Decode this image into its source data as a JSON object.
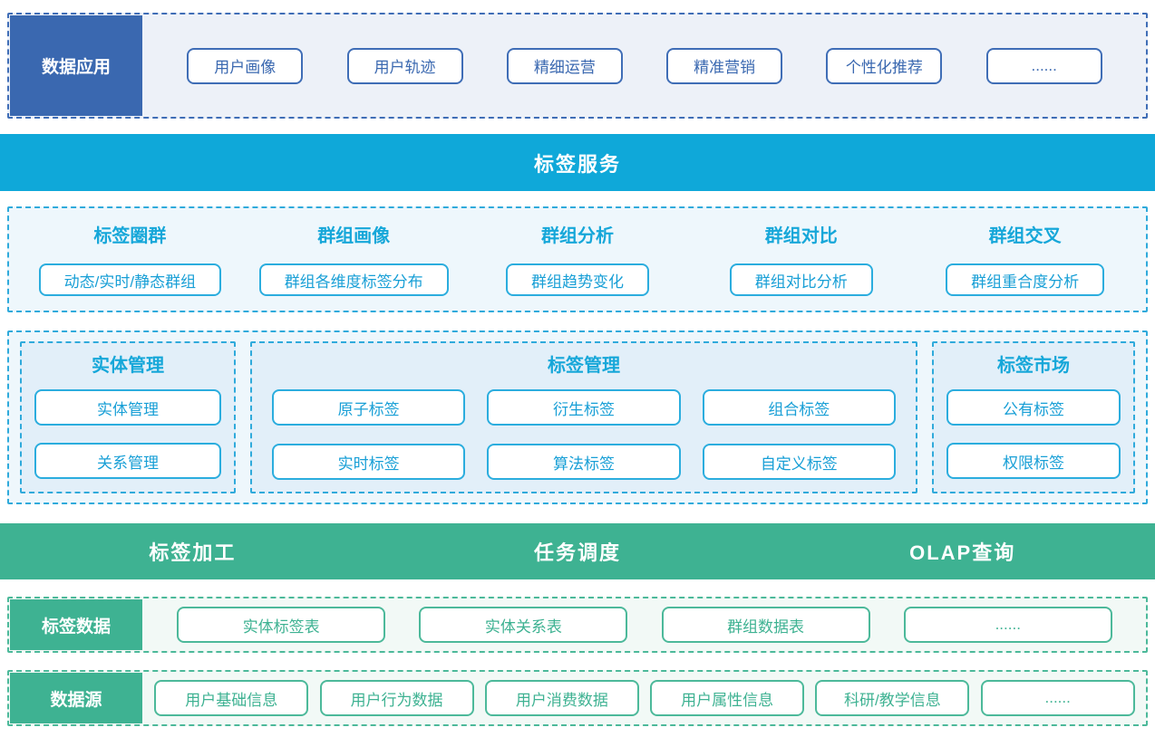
{
  "colors": {
    "app_blue": "#3a68b0",
    "service_cyan": "#0fa8d9",
    "compute_green": "#3eb292"
  },
  "apps_layer": {
    "label": "数据应用",
    "items": [
      "用户画像",
      "用户轨迹",
      "精细运营",
      "精准营销",
      "个性化推荐",
      "......"
    ]
  },
  "service_band": {
    "title": "标签服务"
  },
  "features_layer": {
    "columns": [
      {
        "title": "标签圈群",
        "item": "动态/实时/静态群组"
      },
      {
        "title": "群组画像",
        "item": "群组各维度标签分布"
      },
      {
        "title": "群组分析",
        "item": "群组趋势变化"
      },
      {
        "title": "群组对比",
        "item": "群组对比分析"
      },
      {
        "title": "群组交叉",
        "item": "群组重合度分析"
      }
    ]
  },
  "management_layer": {
    "entity": {
      "title": "实体管理",
      "items": [
        "实体管理",
        "关系管理"
      ]
    },
    "tags": {
      "title": "标签管理",
      "items": [
        "原子标签",
        "衍生标签",
        "组合标签",
        "实时标签",
        "算法标签",
        "自定义标签"
      ]
    },
    "market": {
      "title": "标签市场",
      "items": [
        "公有标签",
        "权限标签"
      ]
    }
  },
  "compute_band": {
    "items": [
      "标签加工",
      "任务调度",
      "OLAP查询"
    ]
  },
  "tagdata_layer": {
    "label": "标签数据",
    "items": [
      "实体标签表",
      "实体关系表",
      "群组数据表",
      "......"
    ]
  },
  "source_layer": {
    "label": "数据源",
    "items": [
      "用户基础信息",
      "用户行为数据",
      "用户消费数据",
      "用户属性信息",
      "科研/教学信息",
      "......"
    ]
  }
}
